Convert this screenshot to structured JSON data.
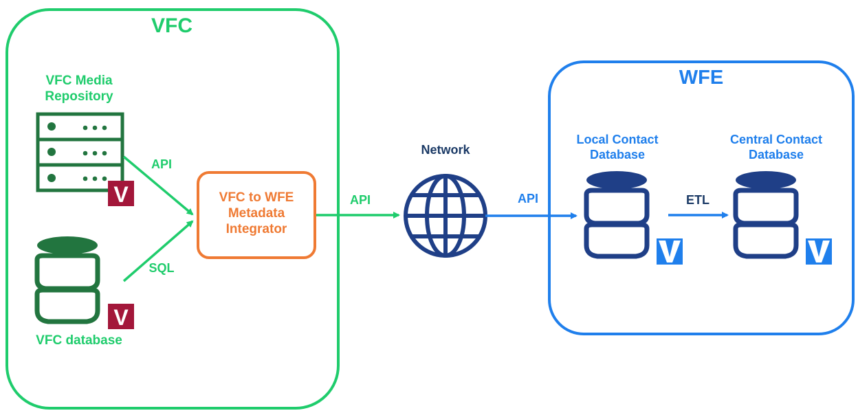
{
  "colors": {
    "vfc_green": "#1fcc6c",
    "vfc_dark_green": "#22753f",
    "orange": "#ef7a33",
    "wfe_blue": "#1f7fec",
    "network_navy": "#1f3f87",
    "navy_text": "#1b3a66",
    "db_navy": "#1f3f87",
    "v_badge_red": "#a3173a"
  },
  "vfc": {
    "title": "VFC",
    "media_repository_label": "VFC Media\nRepository",
    "database_label": "VFC database",
    "edge_api_label": "API",
    "edge_sql_label": "SQL",
    "badge_text": "V"
  },
  "integrator": {
    "label": "VFC to WFE\nMetadata\nIntegrator"
  },
  "edges": {
    "integrator_to_network_label": "API",
    "network_to_wfe_label": "API",
    "etl_label": "ETL"
  },
  "network": {
    "label": "Network",
    "icon": "globe-icon"
  },
  "wfe": {
    "title": "WFE",
    "local_db_label": "Local Contact\nDatabase",
    "central_db_label": "Central Contact\nDatabase",
    "badge_text": "V"
  }
}
